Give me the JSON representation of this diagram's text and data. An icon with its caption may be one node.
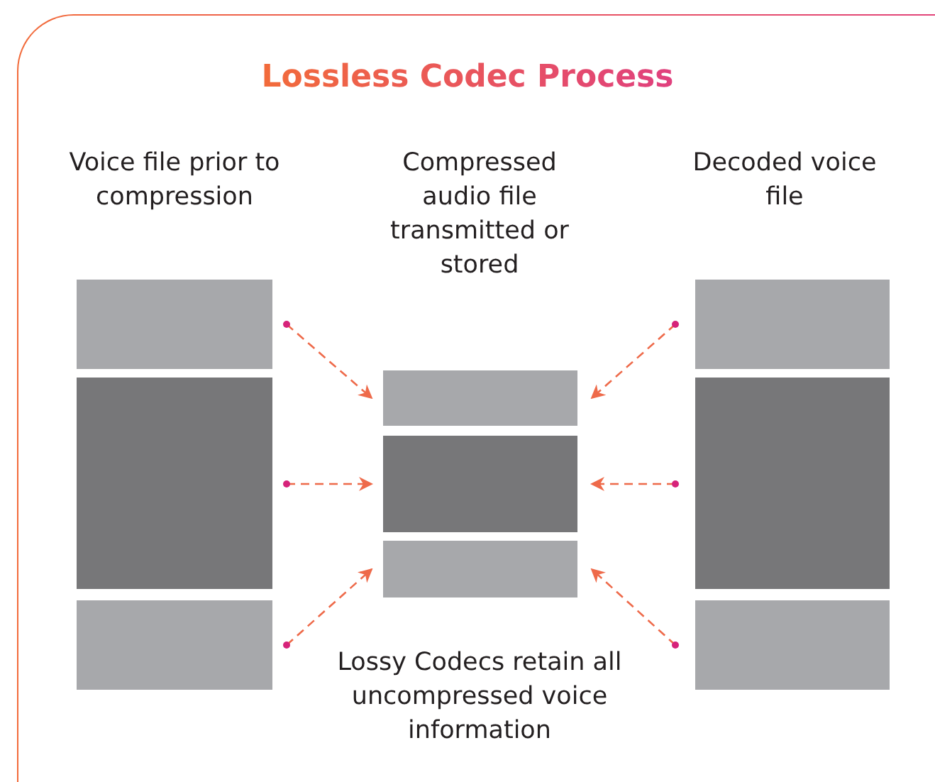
{
  "diagram": {
    "title": "Lossless Codec Process",
    "nodes": [
      {
        "text": [],
        "shape": "box"
      },
      {
        "text": [],
        "shape": "box"
      },
      {
        "text": [],
        "shape": "box"
      },
      {
        "text": [],
        "shape": "box"
      },
      {
        "text": [],
        "shape": "box"
      },
      {
        "text": [],
        "shape": "box"
      },
      {
        "text": [],
        "shape": "box"
      },
      {
        "text": [],
        "shape": "box"
      },
      {
        "text": [],
        "shape": "box"
      }
    ],
    "edges": [
      {
        "from": 0,
        "to": 3,
        "arrow": "to",
        "style": "dashed"
      },
      {
        "from": 1,
        "to": 4,
        "arrow": "to",
        "style": "dashed"
      },
      {
        "from": 2,
        "to": 5,
        "arrow": "to",
        "style": "dashed"
      },
      {
        "from": 6,
        "to": 3,
        "arrow": "to",
        "style": "dashed"
      },
      {
        "from": 7,
        "to": 4,
        "arrow": "to",
        "style": "dashed"
      },
      {
        "from": 8,
        "to": 5,
        "arrow": "to",
        "style": "dashed"
      }
    ],
    "labels": [
      "Voice file prior to compression",
      "Compressed audio file transmitted or stored",
      "Decoded voice file",
      "Lossy Codecs retain all uncompressed voice information"
    ]
  }
}
